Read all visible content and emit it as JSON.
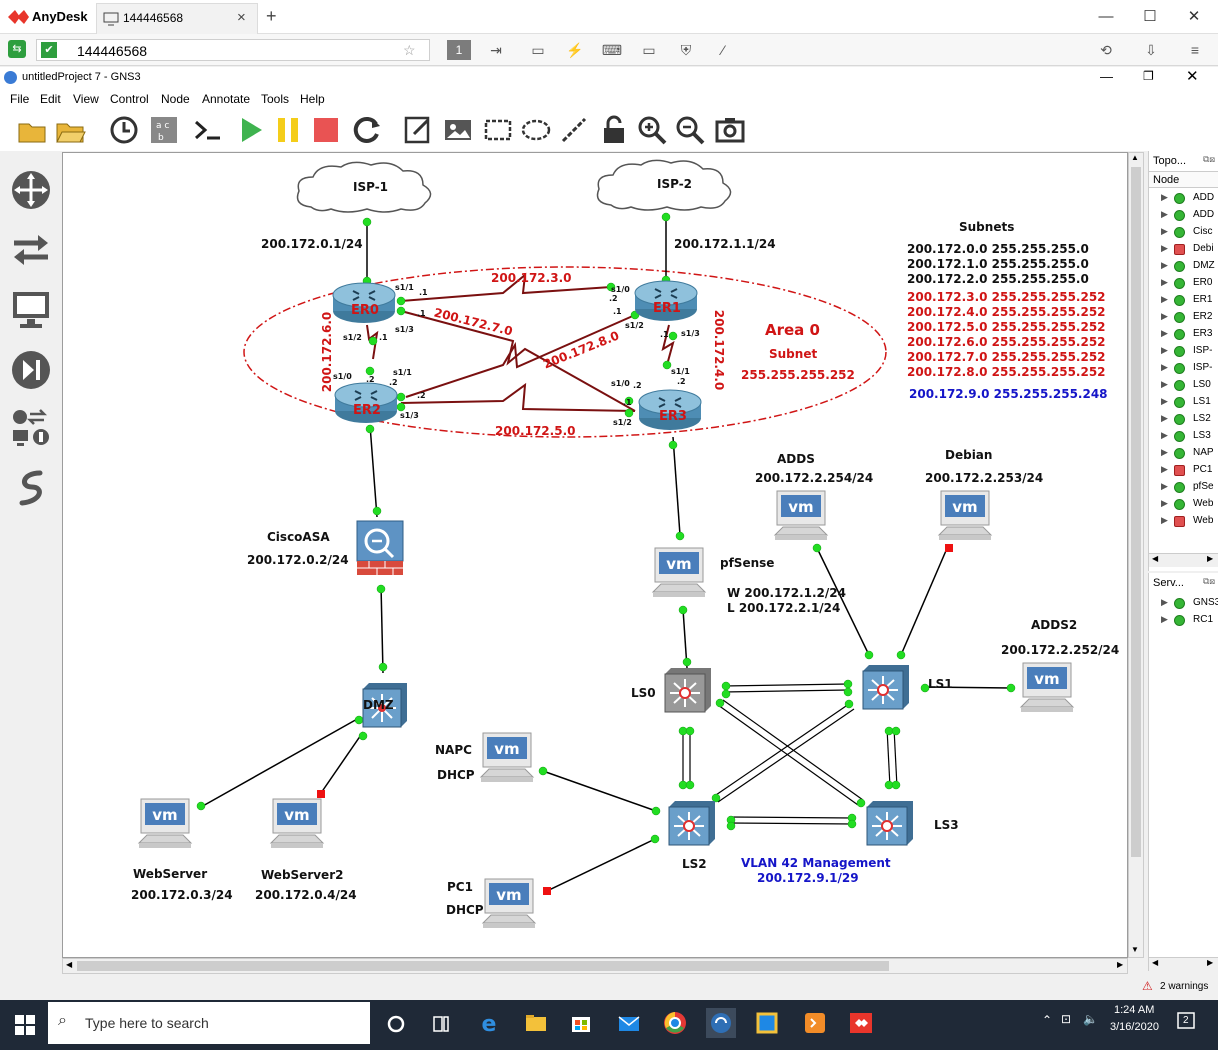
{
  "anydesk": {
    "app_name": "AnyDesk",
    "tab_label": "144446568",
    "address": "144446568",
    "session_number": "1"
  },
  "gns3": {
    "window_title": "untitledProject 7 - GNS3",
    "menu": [
      "File",
      "Edit",
      "View",
      "Control",
      "Node",
      "Annotate",
      "Tools",
      "Help"
    ]
  },
  "diagram": {
    "clouds": [
      {
        "id": "isp1",
        "label": "ISP-1"
      },
      {
        "id": "isp2",
        "label": "ISP-2"
      }
    ],
    "cloud_links": {
      "isp1": "200.172.0.1/24",
      "isp2": "200.172.1.1/24"
    },
    "routers": [
      {
        "id": "er0",
        "label": "ER0"
      },
      {
        "id": "er1",
        "label": "ER1"
      },
      {
        "id": "er2",
        "label": "ER2"
      },
      {
        "id": "er3",
        "label": "ER3"
      }
    ],
    "serial_links": {
      "l3": "200.172.3.0",
      "l7": "200.172.7.0",
      "l8": "200.172.8.0",
      "l6": "200.172.6.0",
      "l4": "200.172.4.0",
      "l5": "200.172.5.0"
    },
    "iface": {
      "er0_s11": "s1/1",
      "er0_1a": ".1",
      "er0_1b": ".1",
      "er0_s13": "s1/3",
      "er0_s12": "s1/2",
      "er0_1c": ".1",
      "er1_s10": "s1/0",
      "er1_2": ".2",
      "er1_1": ".1",
      "er1_s12": "s1/2",
      "er1_1b": ".1",
      "er1_s13": "s1/3",
      "er2_s10": "s1/0",
      "er2_2a": ".2",
      "er2_s11": "s1/1",
      "er2_2b": ".2",
      "er2_2c": ".2",
      "er2_s13": "s1/3",
      "er3_s11": "s1/1",
      "er3_2a": ".2",
      "er3_s10": "s1/0",
      "er3_2b": ".2",
      "er3_1": ".1",
      "er3_s12": "s1/2"
    },
    "area": {
      "title": "Area 0",
      "subnet_label": "Subnet",
      "mask": "255.255.255.252"
    },
    "subnets": {
      "title": "Subnets",
      "black": [
        "200.172.0.0 255.255.255.0",
        "200.172.1.0 255.255.255.0",
        "200.172.2.0 255.255.255.0"
      ],
      "red": [
        "200.172.3.0 255.255.255.252",
        "200.172.4.0 255.255.255.252",
        "200.172.5.0 255.255.255.252",
        "200.172.6.0 255.255.255.252",
        "200.172.7.0 255.255.255.252",
        "200.172.8.0 255.255.255.252"
      ],
      "blue": "200.172.9.0 255.255.255.248"
    },
    "asa": {
      "name": "CiscoASA",
      "ip": "200.172.0.2/24"
    },
    "dmz": {
      "name": "DMZ"
    },
    "web1": {
      "name": "WebServer",
      "ip": "200.172.0.3/24"
    },
    "web2": {
      "name": "WebServer2",
      "ip": "200.172.0.4/24"
    },
    "pfsense": {
      "name": "pfSense",
      "wan": "W 200.172.1.2/24",
      "lan": "L 200.172.2.1/24"
    },
    "adds": {
      "name": "ADDS",
      "ip": "200.172.2.254/24"
    },
    "debian": {
      "name": "Debian",
      "ip": "200.172.2.253/24"
    },
    "adds2": {
      "name": "ADDS2",
      "ip": "200.172.2.252/24"
    },
    "napc": {
      "name": "NAPC",
      "mode": "DHCP"
    },
    "pc1": {
      "name": "PC1",
      "mode": "DHCP"
    },
    "switches": {
      "ls0": "LS0",
      "ls1": "LS1",
      "ls2": "LS2",
      "ls3": "LS3"
    },
    "vlan": {
      "title": "VLAN 42 Management",
      "ip": "200.172.9.1/29"
    }
  },
  "topology_panel": {
    "title": "Topo...",
    "header": "Node",
    "nodes": [
      {
        "label": "ADD",
        "status": "green"
      },
      {
        "label": "ADD",
        "status": "green"
      },
      {
        "label": "Cisc",
        "status": "green"
      },
      {
        "label": "Debi",
        "status": "red"
      },
      {
        "label": "DMZ",
        "status": "green"
      },
      {
        "label": "ER0",
        "status": "green"
      },
      {
        "label": "ER1",
        "status": "green"
      },
      {
        "label": "ER2",
        "status": "green"
      },
      {
        "label": "ER3",
        "status": "green"
      },
      {
        "label": "ISP-",
        "status": "green"
      },
      {
        "label": "ISP-",
        "status": "green"
      },
      {
        "label": "LS0",
        "status": "green"
      },
      {
        "label": "LS1",
        "status": "green"
      },
      {
        "label": "LS2",
        "status": "green"
      },
      {
        "label": "LS3",
        "status": "green"
      },
      {
        "label": "NAP",
        "status": "green"
      },
      {
        "label": "PC1",
        "status": "red"
      },
      {
        "label": "pfSe",
        "status": "green"
      },
      {
        "label": "Web",
        "status": "green"
      },
      {
        "label": "Web",
        "status": "red"
      }
    ]
  },
  "servers_panel": {
    "title": "Serv...",
    "items": [
      "GNS3",
      "RC1"
    ]
  },
  "status": {
    "warnings": "2 warnings"
  },
  "taskbar": {
    "search_placeholder": "Type here to search",
    "time": "1:24 AM",
    "date": "3/16/2020",
    "notif_count": "2"
  }
}
